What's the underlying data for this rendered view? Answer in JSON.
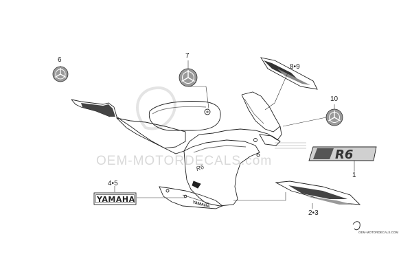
{
  "callouts": {
    "c1": "1",
    "c23": "2•3",
    "c45": "4•5",
    "c6": "6",
    "c7": "7",
    "c89": "8•9",
    "c10": "10"
  },
  "decals": {
    "brand_text": "YAMAHA",
    "model_text": "R6"
  },
  "watermark": {
    "main": "OEM-MOTORDECALS.com",
    "footer": "OEM-MOTORDECALS.COM"
  },
  "icons": {
    "tuning_fork_emblem": "tuning-fork-emblem-icon",
    "watermark_logo": "oem-logo-icon"
  }
}
